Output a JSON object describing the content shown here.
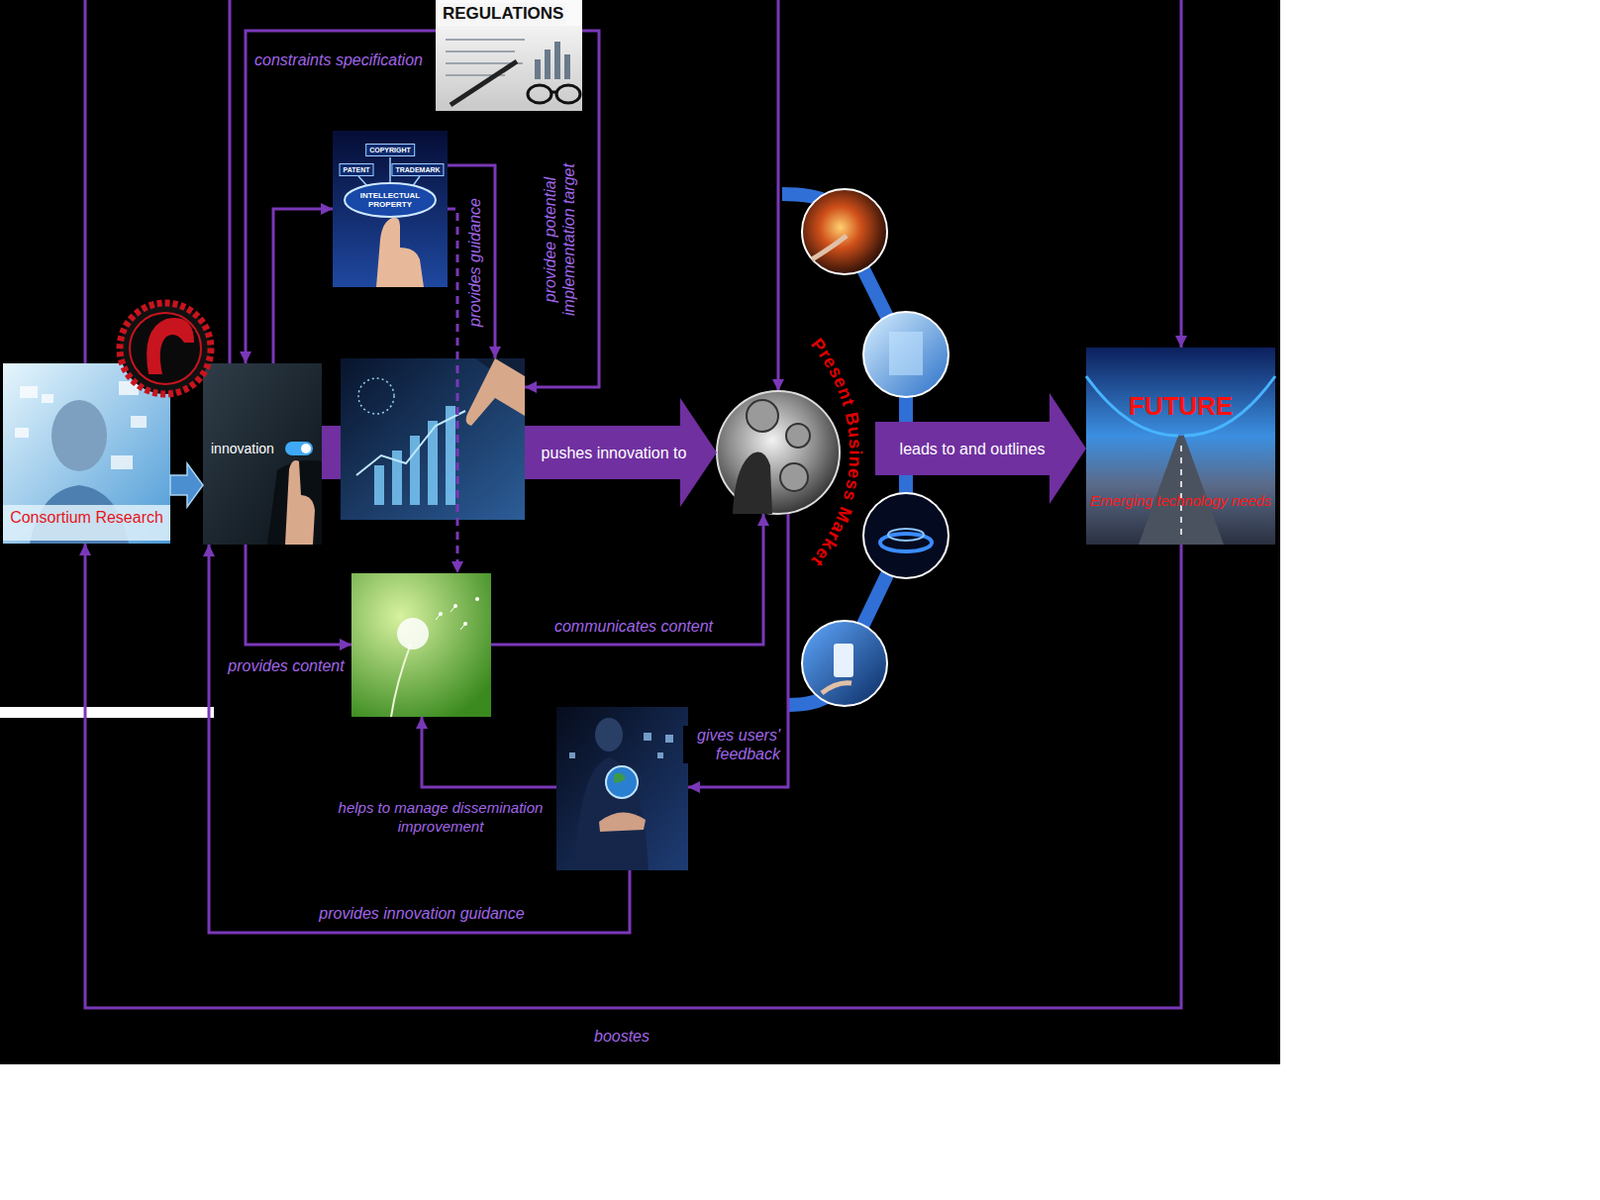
{
  "diagram": {
    "nodes": [
      {
        "text": [
          "REGULATIONS"
        ]
      },
      {
        "text": [
          "COPYRIGHT",
          "PATENT",
          "TRADEMARK",
          "INTELLECTUAL PROPERTY"
        ]
      },
      {
        "text": [
          "Consortium Research"
        ]
      },
      {
        "text": [
          "innovation"
        ]
      },
      {
        "text": []
      },
      {
        "text": [
          "Present Business Market"
        ]
      },
      {
        "text": [
          "FUTURE",
          "Emerging technology needs"
        ]
      },
      {
        "text": []
      },
      {
        "text": []
      }
    ],
    "edges": [
      {
        "from": 2,
        "to": 3,
        "arrow": "to"
      },
      {
        "from": 0,
        "to": 3,
        "label": "constraints specification",
        "arrow": "to"
      },
      {
        "from": 3,
        "to": 1,
        "arrow": "to"
      },
      {
        "from": 1,
        "to": 4,
        "label": "provides guidance",
        "arrow": "to"
      },
      {
        "from": 1,
        "to": 7,
        "arrow": "to"
      },
      {
        "from": 0,
        "to": 4,
        "label": "providee potential implementation target",
        "arrow": "to"
      },
      {
        "from": 3,
        "to": 4,
        "arrow": "none"
      },
      {
        "from": 4,
        "to": 5,
        "label": "pushes innovation to",
        "arrow": "to"
      },
      {
        "from": 5,
        "to": 6,
        "label": "leads to and outlines",
        "arrow": "to"
      },
      {
        "from": 3,
        "to": 7,
        "label": "provides content",
        "arrow": "to"
      },
      {
        "from": 7,
        "to": 5,
        "label": "communicates content",
        "arrow": "to"
      },
      {
        "from": 5,
        "to": 8,
        "label": "gives users' feedback",
        "arrow": "to"
      },
      {
        "from": 8,
        "to": 7,
        "label": "helps to manage dissemination improvement",
        "arrow": "to"
      },
      {
        "from": 8,
        "to": 3,
        "label": "provides innovation guidance",
        "arrow": "to"
      },
      {
        "from": 6,
        "to": 2,
        "label": "boostes",
        "arrow": "to"
      }
    ]
  }
}
